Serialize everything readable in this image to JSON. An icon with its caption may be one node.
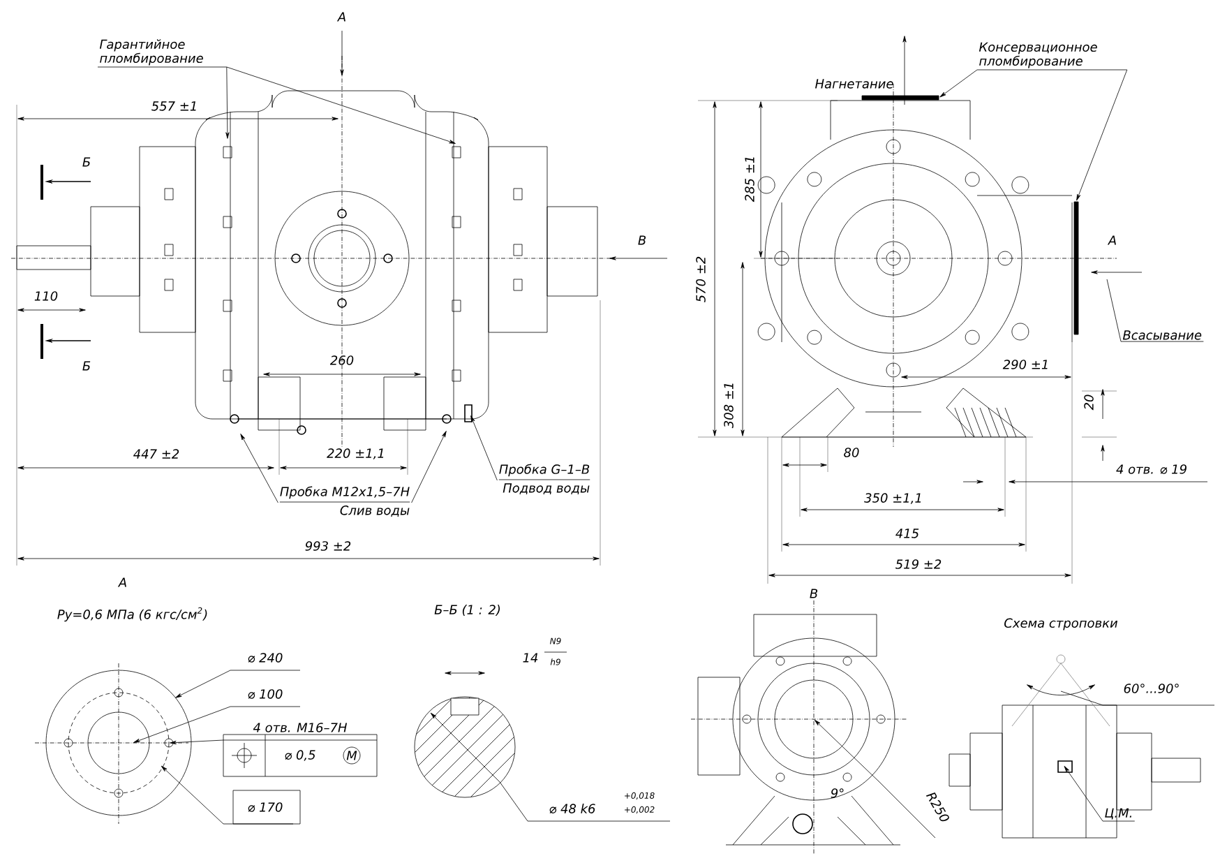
{
  "diagram": {
    "nodes": [
      {
        "text": [
          "Гарантийное пломбирование"
        ]
      },
      {
        "text": [
          "Пробка M12x1,5–7H",
          "Слив воды"
        ]
      },
      {
        "text": [
          "Пробка G–1–B",
          "Подвод воды"
        ]
      },
      {
        "text": [
          "Консервационное пломбирование"
        ]
      },
      {
        "text": [
          "Всасывание"
        ]
      },
      {
        "text": [
          "Ц.М."
        ]
      },
      {
        "text": [],
        "shape": "bar"
      },
      {
        "text": [],
        "shape": "bar"
      }
    ],
    "edges": [
      {
        "from": 0,
        "to": null,
        "arrow": "to"
      },
      {
        "from": 0,
        "to": null,
        "arrow": "to"
      },
      {
        "from": 1,
        "to": null,
        "arrow": "to"
      },
      {
        "from": 1,
        "to": null,
        "arrow": "to"
      },
      {
        "from": 2,
        "to": null,
        "arrow": "to"
      },
      {
        "from": 3,
        "to": 6,
        "arrow": "to"
      },
      {
        "from": 3,
        "to": 7,
        "arrow": "to"
      },
      {
        "from": 4,
        "to": null,
        "arrow": "none"
      },
      {
        "from": 5,
        "to": null,
        "arrow": "to"
      }
    ],
    "labels": [
      "А",
      "557 ±1",
      "Б",
      "В",
      "110",
      "Б",
      "260",
      "447 ±2",
      "220 ±1,1",
      "993 ±2",
      "Нагнетание",
      "570 ±2",
      "285 ±1",
      "А",
      "308 ±1",
      "290 ±1",
      "20",
      "80",
      "4 отв. ⌀ 19",
      "350 ±1,1",
      "415",
      "519 ±2",
      "А",
      "Pу=0,6 МПа (6 кгс/см$^{2}$)",
      "⌀ 240",
      "⌀ 100",
      "4 отв. M16–7H",
      "⌀ 0,5",
      "M",
      "⌀ 170",
      "Б–Б (1 : 2)",
      "N9",
      "14",
      "h9",
      "⌀ 48 k6",
      "+0,018",
      "+0,002",
      "В",
      "9°",
      "R250",
      "Схема строповки",
      "60°...90°"
    ]
  }
}
